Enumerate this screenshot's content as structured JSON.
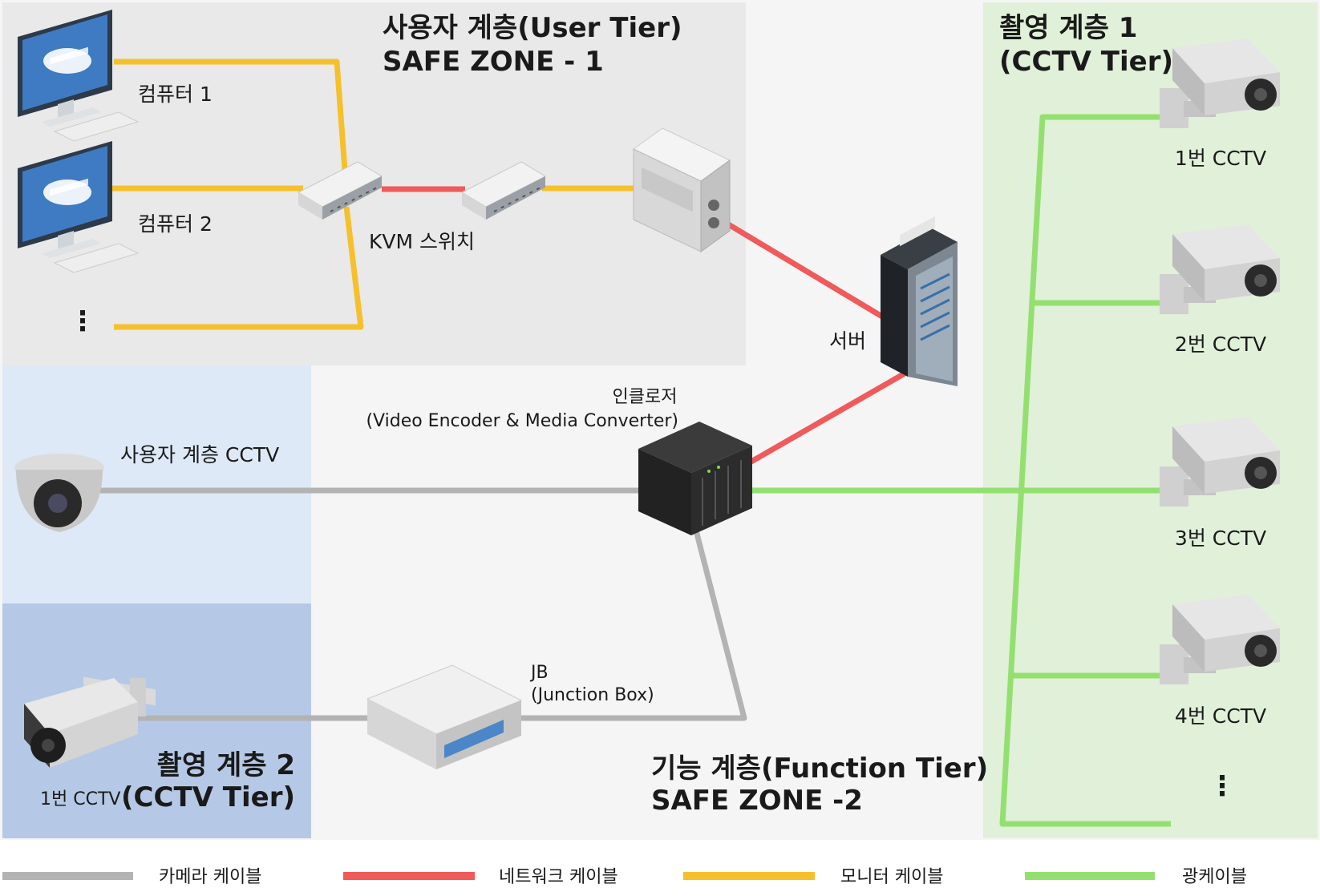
{
  "zones": {
    "user_tier": {
      "title": "사용자 계층(User Tier)",
      "subtitle": "SAFE ZONE - 1"
    },
    "cctv_tier_1": {
      "title": "촬영 계층 1",
      "subtitle": "(CCTV Tier)"
    },
    "cctv_tier_2": {
      "title": "촬영 계층 2",
      "subtitle": "(CCTV Tier)"
    },
    "function_tier": {
      "title": "기능 계층(Function Tier)",
      "subtitle": "SAFE ZONE -2"
    }
  },
  "devices": {
    "computer_1": "컴퓨터 1",
    "computer_2": "컴퓨터 2",
    "computer_more": "⋮",
    "kvm_switch": "KVM 스위치",
    "server": "서버",
    "enclosure": "인클로저",
    "enclosure_desc": "(Video Encoder & Media Converter)",
    "user_cctv": "사용자 계층 CCTV",
    "jb": "JB",
    "jb_desc": "(Junction Box)",
    "cctv_tier2_cam": "1번 CCTV",
    "cctv_1": "1번 CCTV",
    "cctv_2": "2번 CCTV",
    "cctv_3": "3번 CCTV",
    "cctv_4": "4번 CCTV",
    "cctv_more": "⋮"
  },
  "legend": [
    {
      "label": "카메라 케이블",
      "color": "#b3b3b3"
    },
    {
      "label": "네트워크 케이블",
      "color": "#f05a5a"
    },
    {
      "label": "모니터 케이블",
      "color": "#f5c02c"
    },
    {
      "label": "광케이블",
      "color": "#93e070"
    }
  ],
  "colors": {
    "camera_cable": "#b3b3b3",
    "network_cable": "#f05a5a",
    "monitor_cable": "#f5c02c",
    "fiber_cable": "#93e070",
    "user_zone_bg": "#e9e9e9",
    "function_zone_bg": "#f5f5f5",
    "cctv1_zone_bg": "#e1f0d9",
    "user_cctv_zone_bg": "#dde9f6",
    "cctv2_zone_bg": "#b5c9e6"
  },
  "icons": [
    "monitor-icon",
    "kvm-switch-icon",
    "pc-tower-icon",
    "server-rack-icon",
    "nas-enclosure-icon",
    "dome-camera-icon",
    "bullet-camera-icon",
    "junction-box-icon",
    "box-camera-icon"
  ]
}
